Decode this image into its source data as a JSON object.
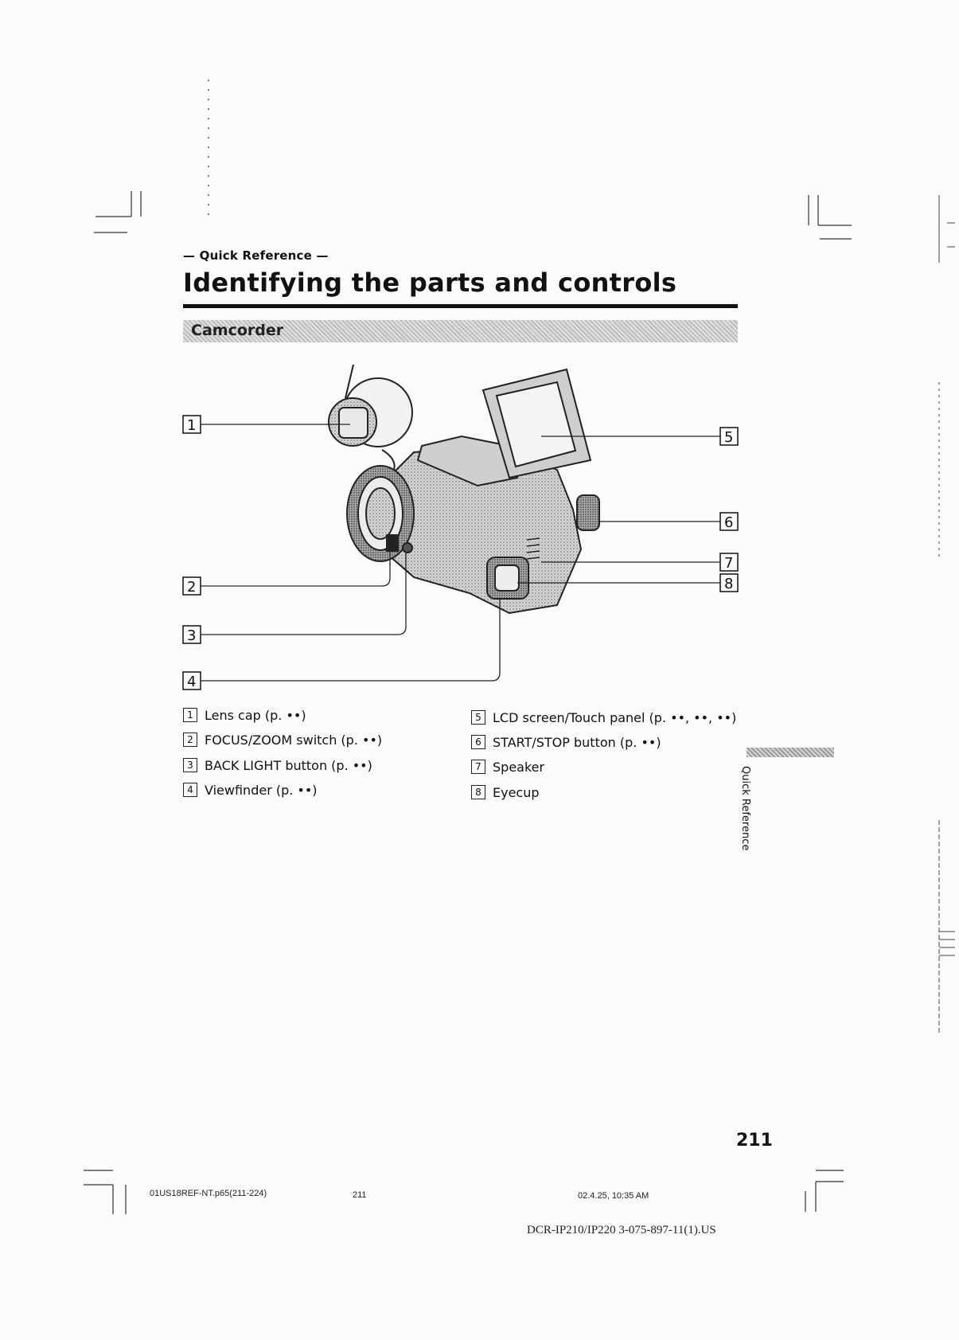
{
  "header": {
    "section_label": "— Quick Reference —",
    "title": "Identifying the parts and controls",
    "subsection": "Camcorder"
  },
  "callouts": [
    "1",
    "2",
    "3",
    "4",
    "5",
    "6",
    "7",
    "8"
  ],
  "legend_left": [
    {
      "num": "1",
      "text": "Lens cap (p. ••)"
    },
    {
      "num": "2",
      "text": "FOCUS/ZOOM switch (p. ••)"
    },
    {
      "num": "3",
      "text": "BACK LIGHT button (p. ••)"
    },
    {
      "num": "4",
      "text": "Viewfinder (p. ••)"
    }
  ],
  "legend_right": [
    {
      "num": "5",
      "text": "LCD screen/Touch panel (p. ••, ••, ••)"
    },
    {
      "num": "6",
      "text": "START/STOP button (p. ••)"
    },
    {
      "num": "7",
      "text": "Speaker"
    },
    {
      "num": "8",
      "text": "Eyecup"
    }
  ],
  "side_tab": "Quick Reference",
  "page_number": "211",
  "footer": {
    "file": "01US18REF-NT.p65(211-224)",
    "page": "211",
    "timestamp": "02.4.25, 10:35 AM",
    "model": "DCR-IP210/IP220 3-075-897-11(1).US"
  }
}
